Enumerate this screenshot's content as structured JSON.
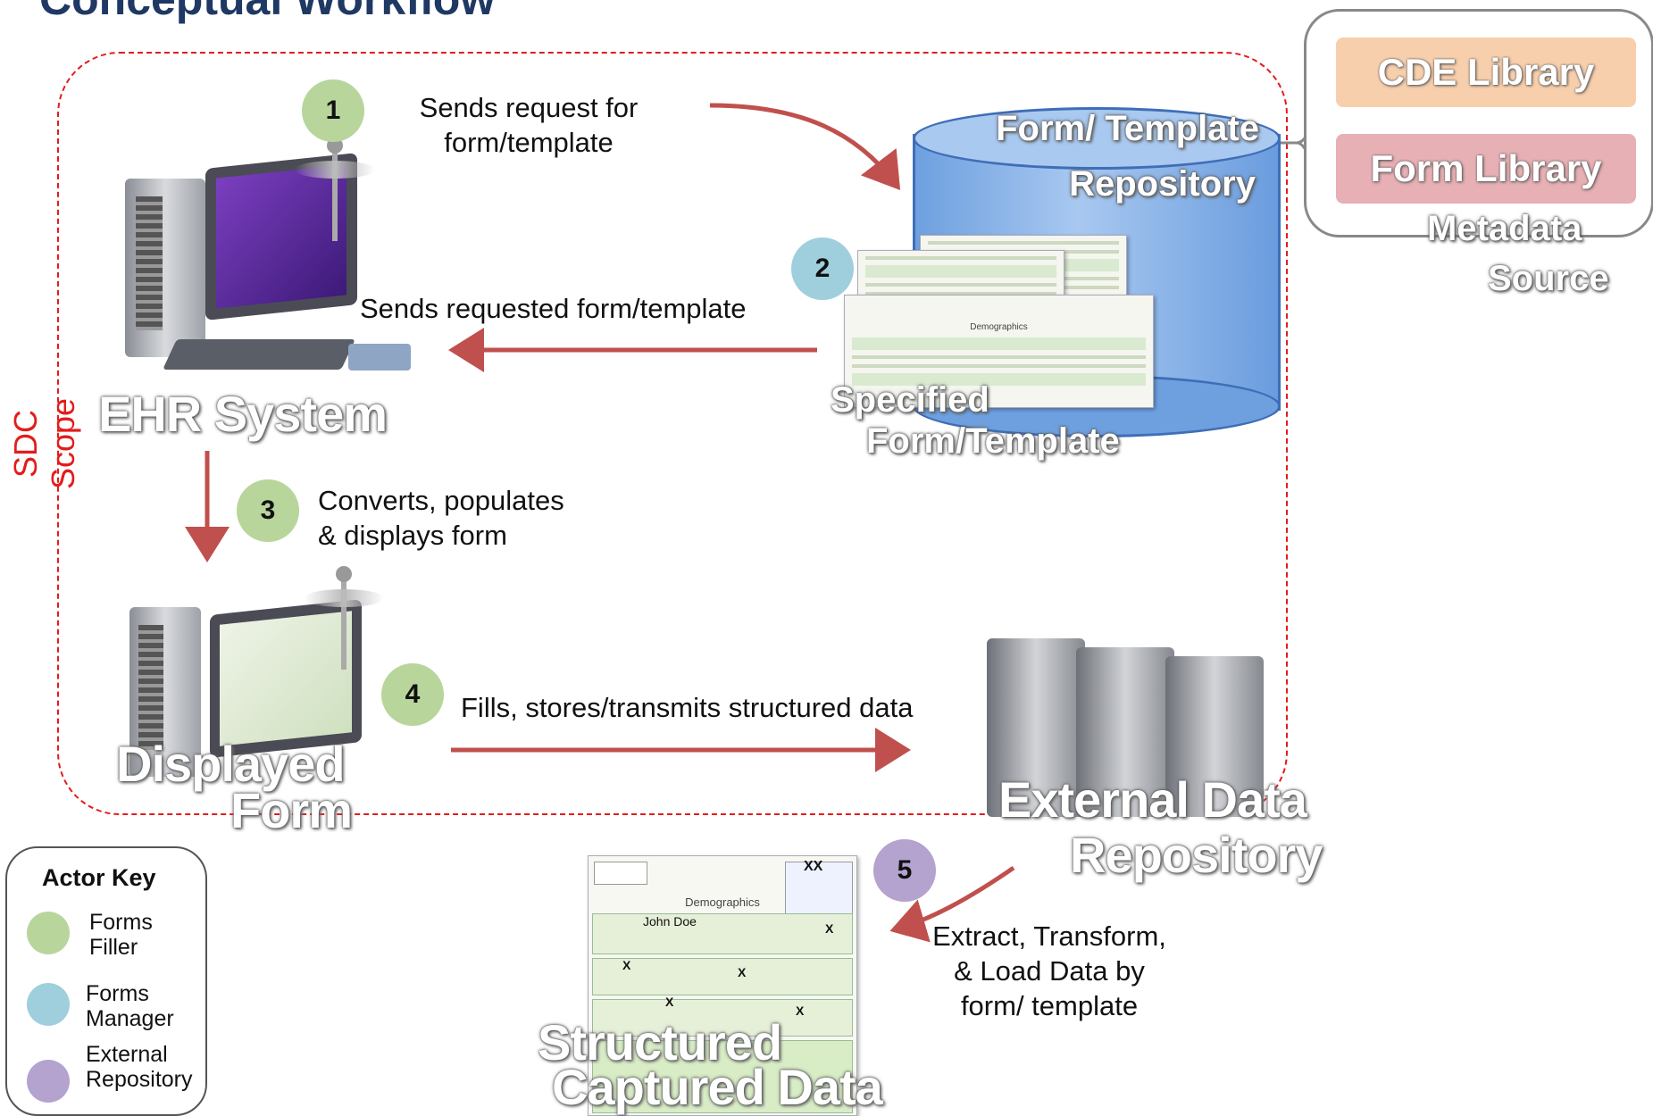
{
  "title": "Conceptual Workflow",
  "scope_label": "SDC Scope",
  "steps": {
    "s1": {
      "number": "1",
      "text_line1": "Sends request for",
      "text_line2": "form/template"
    },
    "s2": {
      "number": "2",
      "text": "Sends requested form/template"
    },
    "s3": {
      "number": "3",
      "text_line1": "Converts, populates",
      "text_line2": "& displays form"
    },
    "s4": {
      "number": "4",
      "text": "Fills, stores/transmits structured data"
    },
    "s5": {
      "number": "5",
      "text_line1": "Extract, Transform,",
      "text_line2": "& Load Data by",
      "text_line3": "form/ template"
    }
  },
  "nodes": {
    "ehr": "EHR System",
    "repo_line1": "Form/ Template",
    "repo_line2": "Repository",
    "specified_line1": "Specified",
    "specified_line2": "Form/Template",
    "displayed_line1": "Displayed",
    "displayed_line2": "Form",
    "external_line1": "External Data",
    "external_line2": "Repository",
    "structured_line1": "Structured",
    "structured_line2": "Captured Data"
  },
  "metadata": {
    "cde_library": "CDE Library",
    "form_library": "Form Library",
    "label_line1": "Metadata",
    "label_line2": "Source"
  },
  "actor_key": {
    "title": "Actor Key",
    "items": [
      {
        "line1": "Forms",
        "line2": "Filler",
        "color": "#b8d59b"
      },
      {
        "line1": "Forms",
        "line2": "Manager",
        "color": "#9fcfdc"
      },
      {
        "line1": "External",
        "line2": "Repository",
        "color": "#b4a2cf"
      }
    ]
  },
  "form_preview": {
    "heading": "Demographics",
    "name_value": "John Doe",
    "xx_mark": "XX",
    "x_mark": "X"
  },
  "colors": {
    "filler": "#b8d59b",
    "manager": "#9fcfdc",
    "external": "#b4a2cf",
    "arrow": "#c0504d",
    "scope": "#e31c1c",
    "title": "#1f3864"
  }
}
